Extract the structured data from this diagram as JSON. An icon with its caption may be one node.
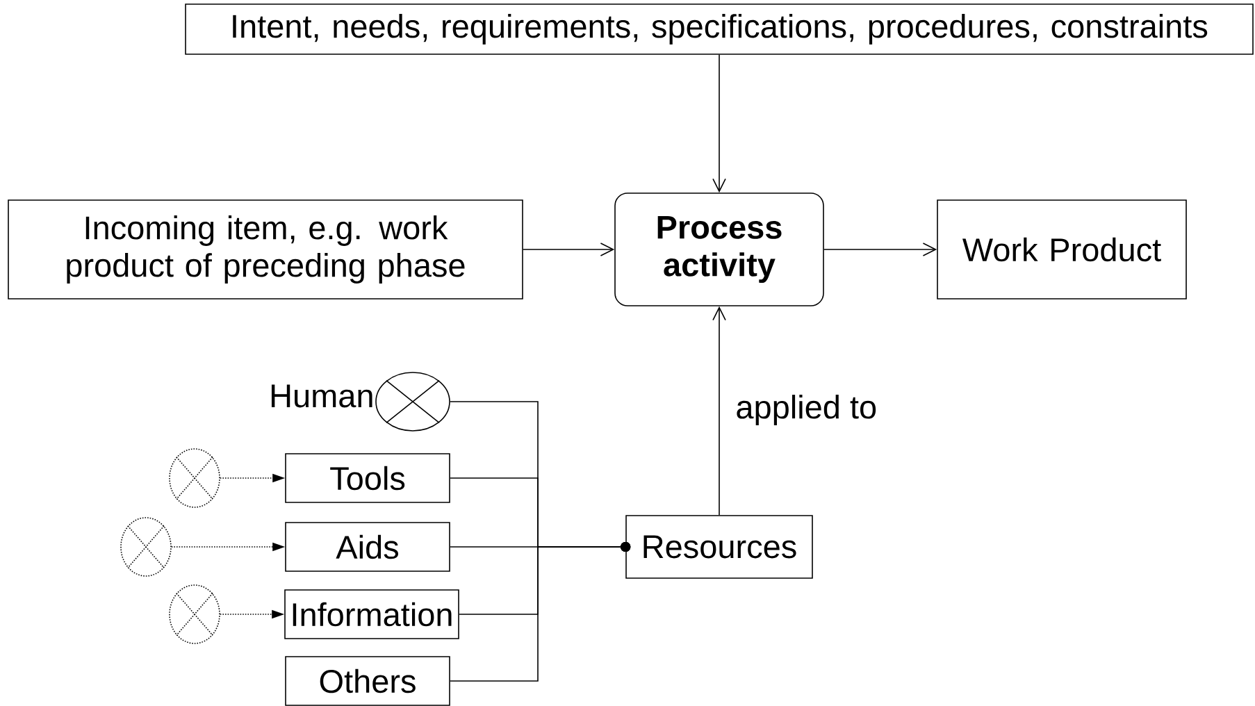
{
  "diagram": {
    "nodes": [
      {
        "text": [
          "Intent, needs, requirements, specifications, procedures, constraints"
        ]
      },
      {
        "text": [
          "Incoming item, e.g. work product of preceding phase"
        ]
      },
      {
        "text": [
          "Process activity"
        ]
      },
      {
        "text": [
          "Work Product"
        ]
      },
      {
        "text": [
          "Human"
        ]
      },
      {
        "text": [],
        "shape": "circle"
      },
      {
        "text": [
          "Tools"
        ]
      },
      {
        "text": [],
        "shape": "circle"
      },
      {
        "text": [
          "Aids"
        ]
      },
      {
        "text": [],
        "shape": "circle"
      },
      {
        "text": [
          "Information"
        ]
      },
      {
        "text": [
          "Others"
        ]
      },
      {
        "text": [
          "Resources"
        ]
      }
    ],
    "edges": [
      {
        "from": 0,
        "to": 2,
        "arrow": "to"
      },
      {
        "from": 1,
        "to": 2,
        "arrow": "to"
      },
      {
        "from": 2,
        "to": 3,
        "arrow": "to"
      },
      {
        "from": 12,
        "to": 2,
        "arrow": "to",
        "label": "applied to"
      },
      {
        "from": 5,
        "to": 6,
        "arrow": "to",
        "style": "dashed"
      },
      {
        "from": 7,
        "to": 8,
        "arrow": "to",
        "style": "dashed"
      },
      {
        "from": 9,
        "to": 10,
        "arrow": "to",
        "style": "dashed"
      },
      {
        "from": 4,
        "to": 12,
        "arrow": "other"
      },
      {
        "from": 6,
        "to": 12,
        "arrow": "other"
      },
      {
        "from": 8,
        "to": 12,
        "arrow": "other"
      },
      {
        "from": 10,
        "to": 12,
        "arrow": "other"
      },
      {
        "from": 11,
        "to": 12,
        "arrow": "other"
      }
    ]
  }
}
